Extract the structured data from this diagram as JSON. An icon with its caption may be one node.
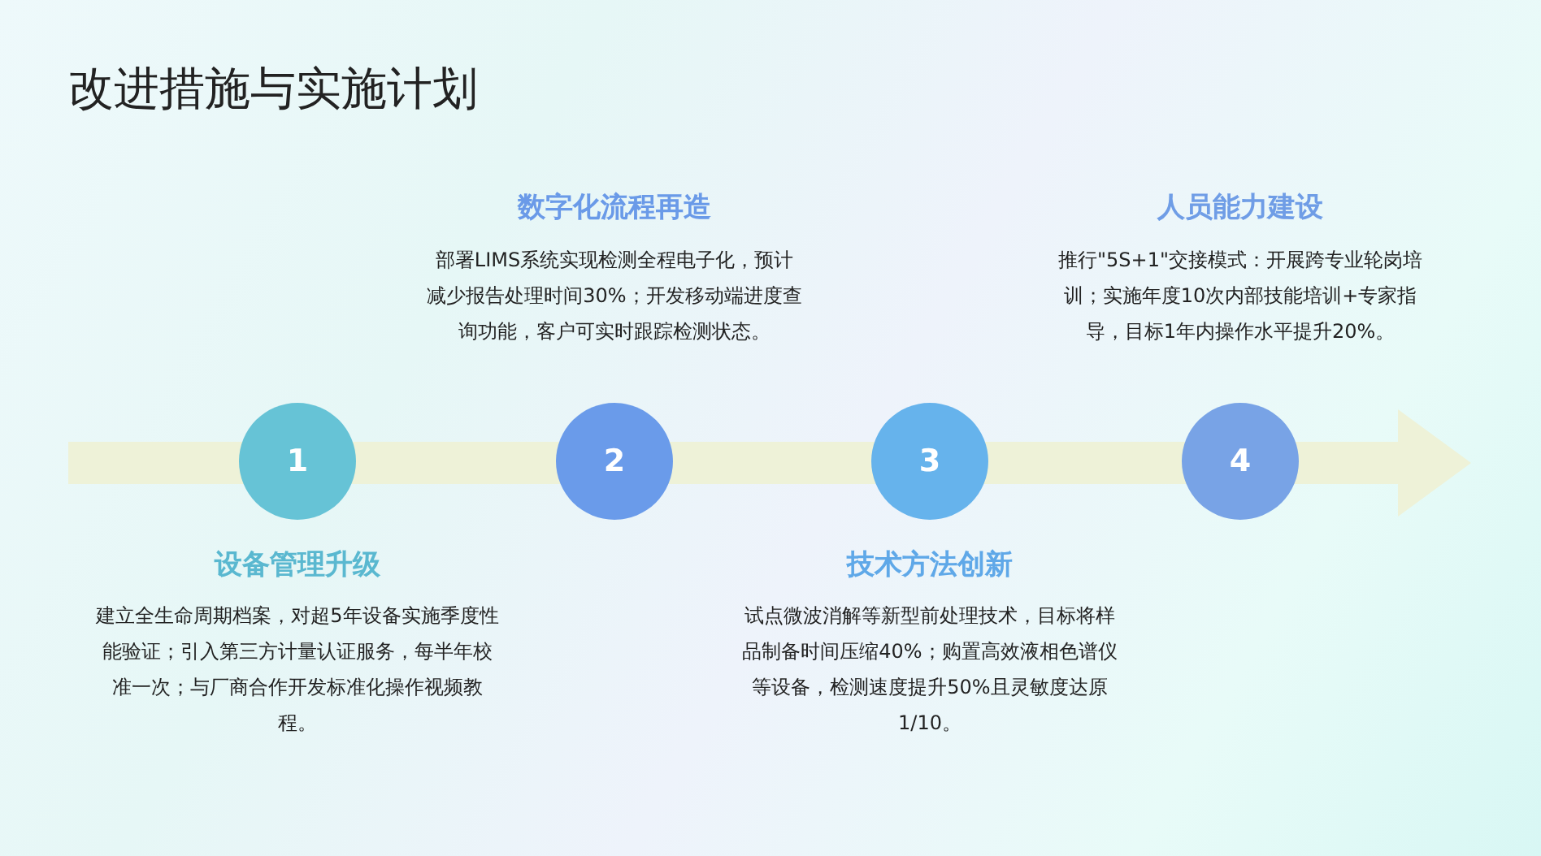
{
  "diagram": {
    "title": "改进措施与实施计划",
    "nodes": [
      {
        "text": [
          "1"
        ],
        "beside": [
          "设备管理升级",
          "建立全生命周期档案，对超5年设备实施季度性能验证；引入第三方计量认证服务，每半年校准一次；与厂商合作开发标准化操作视频教程。"
        ]
      },
      {
        "text": [
          "2"
        ],
        "beside": [
          "数字化流程再造",
          "部署LIMS系统实现检测全程电子化，预计减少报告处理时间30%；开发移动端进度查询功能，客户可实时跟踪检测状态。"
        ]
      },
      {
        "text": [
          "3"
        ],
        "beside": [
          "技术方法创新",
          "试点微波消解等新型前处理技术，目标将样品制备时间压缩40%；购置高效液相色谱仪等设备，检测速度提升50%且灵敏度达原1/10。"
        ]
      },
      {
        "text": [
          "4"
        ],
        "beside": [
          "人员能力建设",
          "推行\"5S+1\"交接模式：开展跨专业轮岗培训；实施年度10次内部技能培训+专家指导，目标1年内操作水平提升20%。"
        ]
      }
    ]
  }
}
